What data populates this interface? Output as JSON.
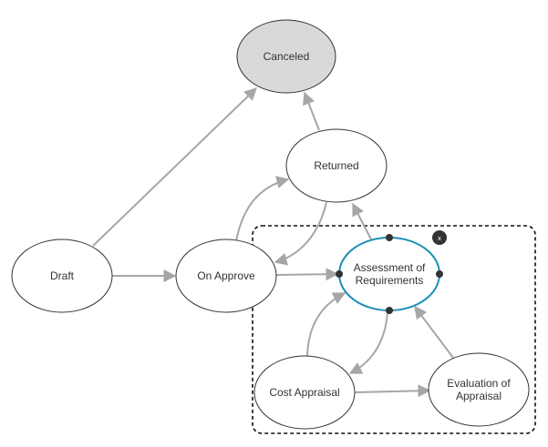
{
  "diagram": {
    "colors": {
      "node_fill": "#ffffff",
      "canceled_fill": "#d9d9d9",
      "node_stroke": "#333333",
      "selected_stroke": "#1b8fb5",
      "edge": "#a6a6a6",
      "group_border": "#111111"
    },
    "nodes": [
      {
        "id": "canceled",
        "lines": [
          "Canceled"
        ],
        "state": "final"
      },
      {
        "id": "returned",
        "lines": [
          "Returned"
        ]
      },
      {
        "id": "draft",
        "lines": [
          "Draft"
        ]
      },
      {
        "id": "on-approve",
        "lines": [
          "On Approve"
        ]
      },
      {
        "id": "assessment-of-requirements",
        "lines": [
          "Assessment of",
          "Requirements"
        ],
        "selected": true
      },
      {
        "id": "cost-appraisal",
        "lines": [
          "Cost Appraisal"
        ]
      },
      {
        "id": "evaluation-of-appraisal",
        "lines": [
          "Evaluation of",
          "Appraisal"
        ]
      }
    ],
    "edges": [
      {
        "from": "draft",
        "to": "canceled"
      },
      {
        "from": "draft",
        "to": "on-approve"
      },
      {
        "from": "on-approve",
        "to": "returned"
      },
      {
        "from": "returned",
        "to": "on-approve"
      },
      {
        "from": "returned",
        "to": "canceled"
      },
      {
        "from": "on-approve",
        "to": "assessment-of-requirements"
      },
      {
        "from": "assessment-of-requirements",
        "to": "returned"
      },
      {
        "from": "assessment-of-requirements",
        "to": "cost-appraisal"
      },
      {
        "from": "cost-appraisal",
        "to": "assessment-of-requirements"
      },
      {
        "from": "cost-appraisal",
        "to": "evaluation-of-appraisal"
      },
      {
        "from": "evaluation-of-appraisal",
        "to": "assessment-of-requirements"
      }
    ],
    "selection_group": {
      "close_icon": "close-icon",
      "close_label": "x"
    }
  }
}
